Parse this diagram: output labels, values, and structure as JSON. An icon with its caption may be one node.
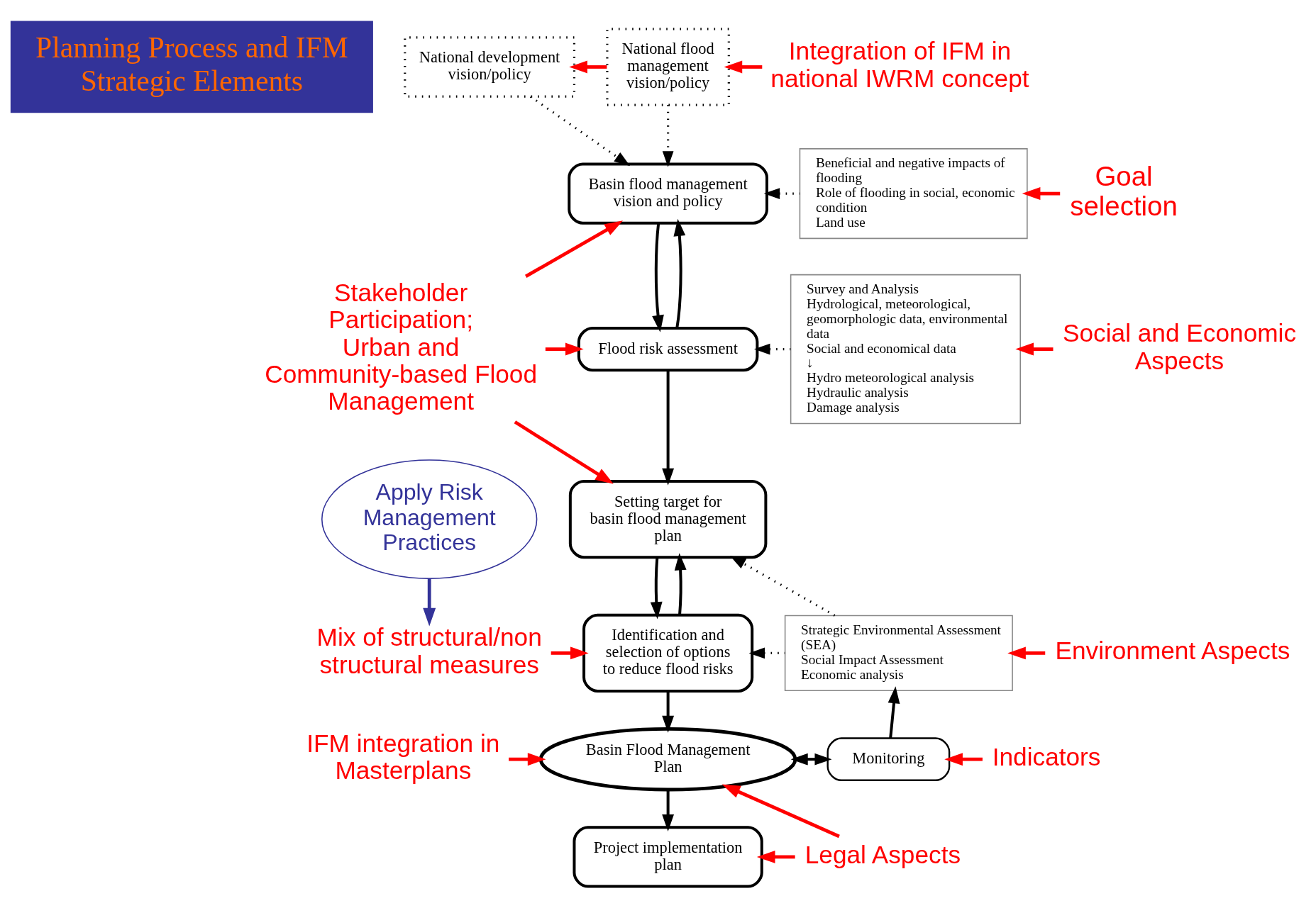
{
  "diagram": {
    "nodes": [
      {
        "text": [
          "Planning Process and IFM Strategic Elements"
        ]
      },
      {
        "text": [
          "National development vision/policy"
        ]
      },
      {
        "text": [
          "National flood management vision/policy"
        ]
      },
      {
        "text": [
          "Integration of IFM in national IWRM concept"
        ]
      },
      {
        "text": [
          "Basin flood management vision and policy"
        ]
      },
      {
        "text": [
          "Beneficial and negative impacts of flooding",
          "Role of flooding in social, economic condition",
          "Land use"
        ]
      },
      {
        "text": [
          "Goal selection"
        ]
      },
      {
        "text": [
          "Flood risk assessment"
        ]
      },
      {
        "text": [
          "Survey and Analysis",
          "Hydrological, meteorological, geomorphologic data, environmental data",
          "Social and economical data",
          "↓",
          "Hydro meteorological analysis",
          "Hydraulic analysis",
          "Damage analysis"
        ]
      },
      {
        "text": [
          "Social and Economic Aspects"
        ]
      },
      {
        "text": [
          "Stakeholder Participation;",
          "Urban and Community-based Flood Management"
        ]
      },
      {
        "text": [
          "Setting target for basin flood management plan"
        ]
      },
      {
        "text": [
          "Strategic Environmental Assessment (SEA)",
          "Social Impact Assessment",
          "Economic analysis"
        ]
      },
      {
        "text": [
          "Environment Aspects"
        ]
      },
      {
        "text": [
          "Apply Risk Management Practices"
        ]
      },
      {
        "text": [
          "Identification and selection of options to reduce flood risks"
        ]
      },
      {
        "text": [
          "Mix of structural/non structural measures"
        ]
      },
      {
        "text": [
          "Basin Flood Management Plan"
        ]
      },
      {
        "text": [
          "Monitoring"
        ]
      },
      {
        "text": [
          "Indicators"
        ]
      },
      {
        "text": [
          "IFM integration in Masterplans"
        ]
      },
      {
        "text": [
          "Project implementation plan"
        ]
      },
      {
        "text": [
          "Legal Aspects"
        ]
      }
    ],
    "edges": [
      {
        "from": 2,
        "to": 1,
        "arrow": "to",
        "color": "#ff0000"
      },
      {
        "from": 3,
        "to": 2,
        "arrow": "to",
        "color": "#ff0000"
      },
      {
        "from": 1,
        "to": 4,
        "arrow": "to",
        "style": "dashed"
      },
      {
        "from": 2,
        "to": 4,
        "arrow": "to",
        "style": "dashed"
      },
      {
        "from": 5,
        "to": 4,
        "arrow": "to",
        "style": "dashed"
      },
      {
        "from": 6,
        "to": 5,
        "arrow": "to",
        "color": "#ff0000"
      },
      {
        "from": 4,
        "to": 7,
        "arrow": "to"
      },
      {
        "from": 7,
        "to": 4,
        "arrow": "to"
      },
      {
        "from": 8,
        "to": 7,
        "arrow": "to",
        "style": "dashed"
      },
      {
        "from": 9,
        "to": 8,
        "arrow": "to",
        "color": "#ff0000"
      },
      {
        "from": 10,
        "to": 4,
        "arrow": "to",
        "color": "#ff0000"
      },
      {
        "from": 10,
        "to": 7,
        "arrow": "to",
        "color": "#ff0000"
      },
      {
        "from": 10,
        "to": 11,
        "arrow": "to",
        "color": "#ff0000"
      },
      {
        "from": 7,
        "to": 11,
        "arrow": "to"
      },
      {
        "from": 12,
        "to": 11,
        "arrow": "to",
        "style": "dashed"
      },
      {
        "from": 12,
        "to": 15,
        "arrow": "to",
        "style": "dashed"
      },
      {
        "from": 13,
        "to": 12,
        "arrow": "to",
        "color": "#ff0000"
      },
      {
        "from": 11,
        "to": 15,
        "arrow": "to"
      },
      {
        "from": 15,
        "to": 11,
        "arrow": "to"
      },
      {
        "from": 14,
        "to": 16,
        "arrow": "to",
        "color": "#333399"
      },
      {
        "from": 16,
        "to": 15,
        "arrow": "to",
        "color": "#ff0000"
      },
      {
        "from": 15,
        "to": 17,
        "arrow": "to"
      },
      {
        "from": 17,
        "to": 18,
        "arrow": "both"
      },
      {
        "from": 18,
        "to": 12,
        "arrow": "to"
      },
      {
        "from": 19,
        "to": 18,
        "arrow": "to",
        "color": "#ff0000"
      },
      {
        "from": 20,
        "to": 17,
        "arrow": "to",
        "color": "#ff0000"
      },
      {
        "from": 17,
        "to": 21,
        "arrow": "to"
      },
      {
        "from": 22,
        "to": 17,
        "arrow": "to",
        "color": "#ff0000"
      },
      {
        "from": 22,
        "to": 21,
        "arrow": "to",
        "color": "#ff0000"
      }
    ]
  }
}
